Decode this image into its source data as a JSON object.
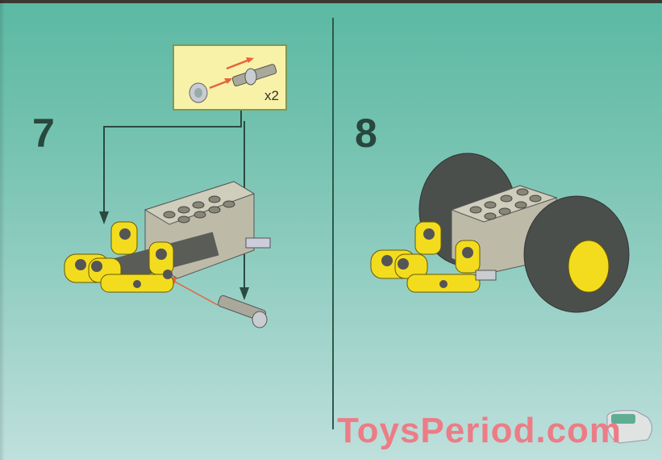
{
  "page": {
    "steps": [
      {
        "number": "7",
        "callout": {
          "quantity": "x2",
          "parts": [
            "bush",
            "axle-with-stop"
          ]
        }
      },
      {
        "number": "8"
      }
    ],
    "watermark": "ToysPeriod.com",
    "colors": {
      "background": "#74c2b0",
      "callout_bg": "#f7f2a8",
      "yellow": "#f3dc1e",
      "gray": "#b8b6a2",
      "tire": "#4a4f4c",
      "arrow": "#e8623c",
      "watermark": "#ec7c86"
    }
  }
}
